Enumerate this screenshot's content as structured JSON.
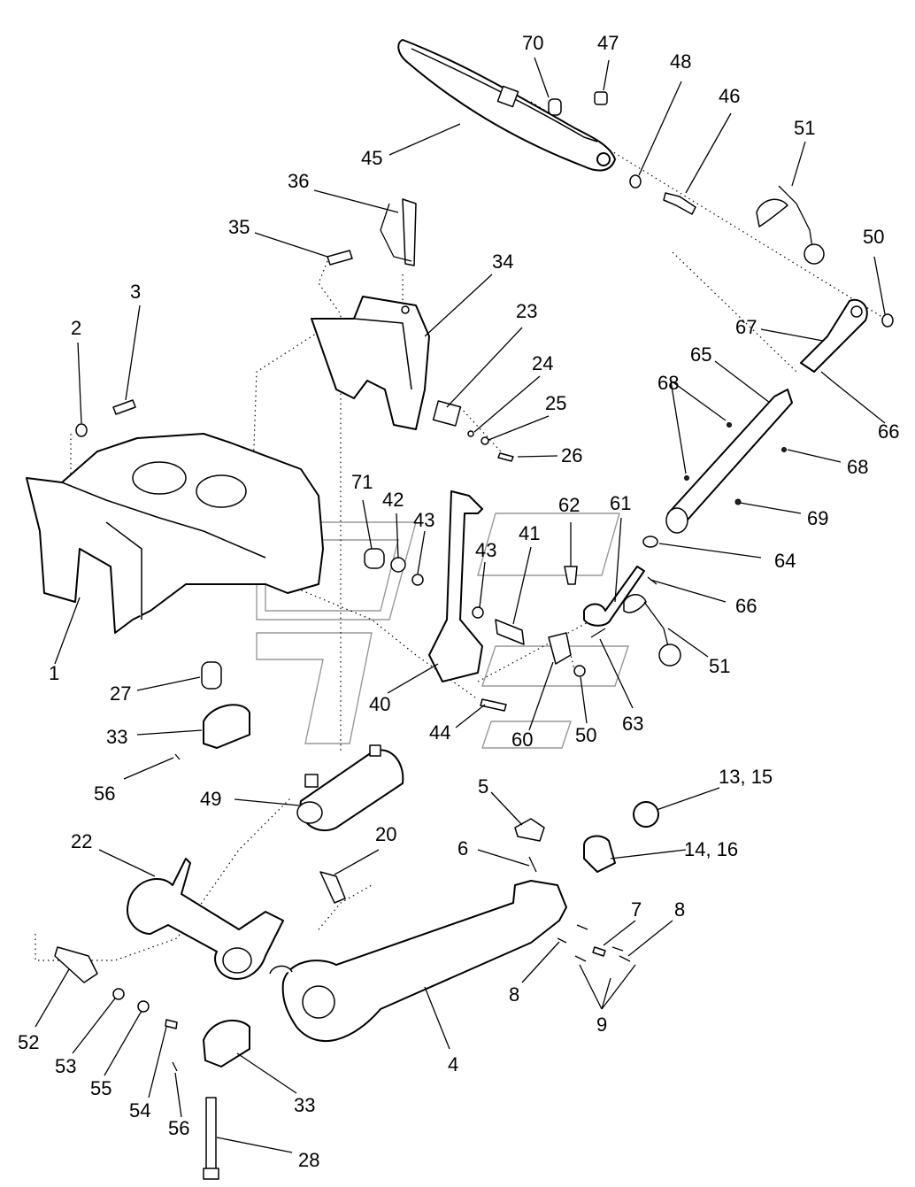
{
  "callouts": {
    "c1": "1",
    "c2": "2",
    "c3": "3",
    "c4": "4",
    "c5": "5",
    "c6": "6",
    "c7": "7",
    "c8a": "8",
    "c8b": "8",
    "c9": "9",
    "c13_15": "13, 15",
    "c14_16": "14, 16",
    "c20": "20",
    "c22": "22",
    "c23": "23",
    "c24": "24",
    "c25": "25",
    "c26": "26",
    "c27": "27",
    "c28": "28",
    "c33a": "33",
    "c33b": "33",
    "c34": "34",
    "c35": "35",
    "c36": "36",
    "c40": "40",
    "c41": "41",
    "c42": "42",
    "c43a": "43",
    "c43b": "43",
    "c44": "44",
    "c45": "45",
    "c46": "46",
    "c47": "47",
    "c48": "48",
    "c49": "49",
    "c50a": "50",
    "c50b": "50",
    "c51a": "51",
    "c51b": "51",
    "c52": "52",
    "c53": "53",
    "c54": "54",
    "c55": "55",
    "c56a": "56",
    "c56b": "56",
    "c60": "60",
    "c61": "61",
    "c62": "62",
    "c63": "63",
    "c64": "64",
    "c65": "65",
    "c66a": "66",
    "c66b": "66",
    "c67": "67",
    "c68a": "68",
    "c68b": "68",
    "c69": "69",
    "c70": "70",
    "c71": "71"
  }
}
